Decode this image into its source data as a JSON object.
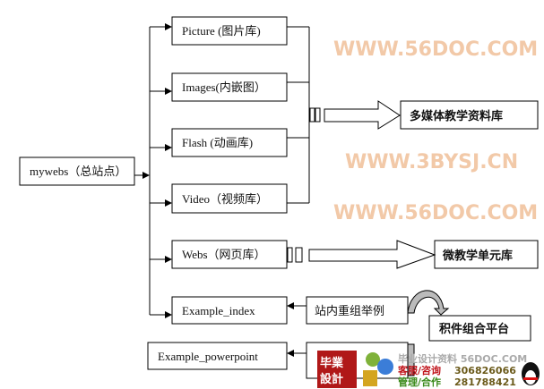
{
  "root": {
    "label": "mywebs（总站点）"
  },
  "children": [
    {
      "label": "Picture (图片库)"
    },
    {
      "label": "Images(内嵌图）"
    },
    {
      "label": "Flash (动画库)"
    },
    {
      "label": "Video（视频库）"
    },
    {
      "label": "Webs（网页库）"
    },
    {
      "label": "Example_index"
    }
  ],
  "extra": {
    "label": "Example_powerpoint"
  },
  "targets": {
    "multimedia": "多媒体教学资料库",
    "micro": "微教学单元库",
    "platform": "积件组合平台",
    "reorg": "站内重组举例"
  },
  "watermark": {
    "line1": "WWW.56DOC.COM",
    "line2": "WWW.3BYSJ.CN",
    "line3": "WWW.56DOC.COM"
  },
  "footer": {
    "logo": "毕業設計",
    "title": "毕业设计资料 56DOC.COM",
    "service": "客服/咨询",
    "service_num": "306826066",
    "manage": "管理/合作",
    "manage_num": "281788421"
  }
}
